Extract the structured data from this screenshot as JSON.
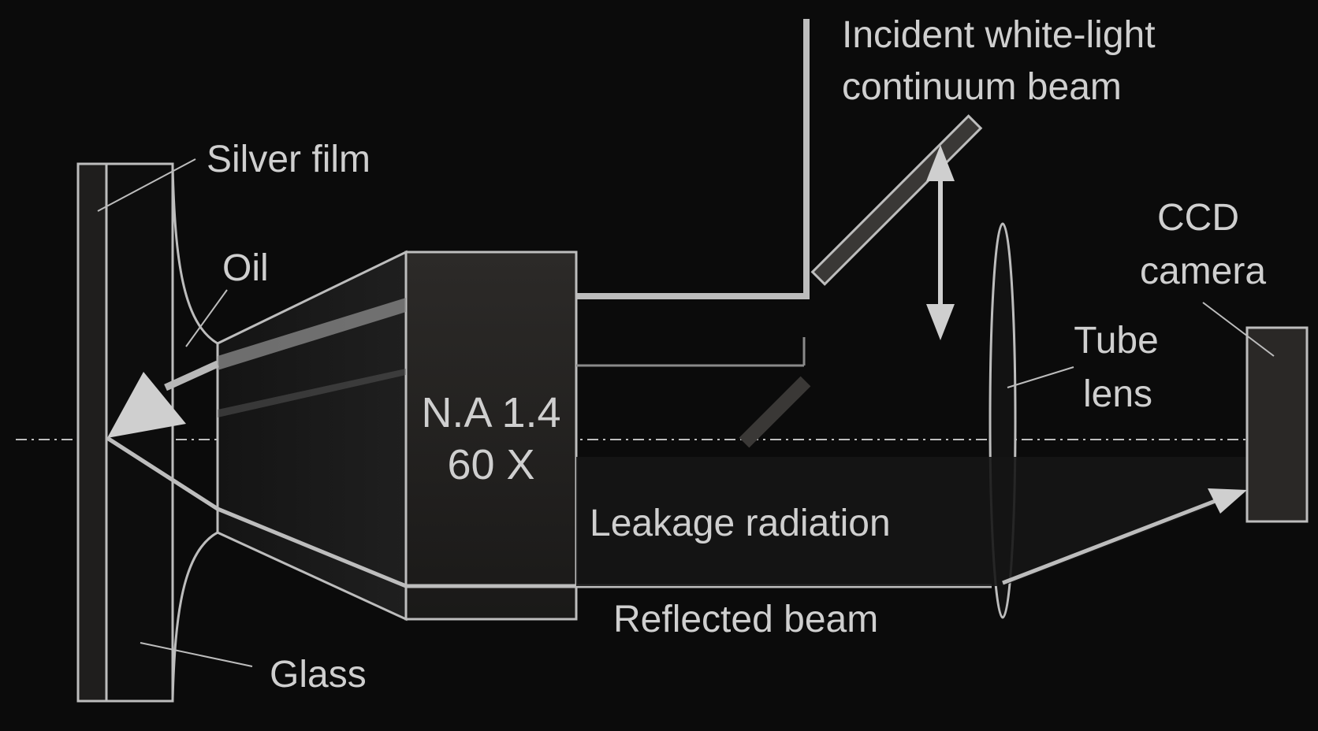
{
  "labels": {
    "silver_film": "Silver film",
    "oil": "Oil",
    "glass": "Glass",
    "objective_line1": "N.A 1.4",
    "objective_line2": "60 X",
    "incident_line1": "Incident white-light",
    "incident_line2": "continuum beam",
    "ccd_line1": "CCD",
    "ccd_line2": "camera",
    "tube_line1": "Tube",
    "tube_line2": "lens",
    "leakage": "Leakage radiation",
    "reflected": "Reflected beam"
  },
  "colors": {
    "background": "#0b0b0b",
    "stroke": "#bdbdbd",
    "text": "#cfcfcf",
    "fill_dark": "#2a2826"
  }
}
